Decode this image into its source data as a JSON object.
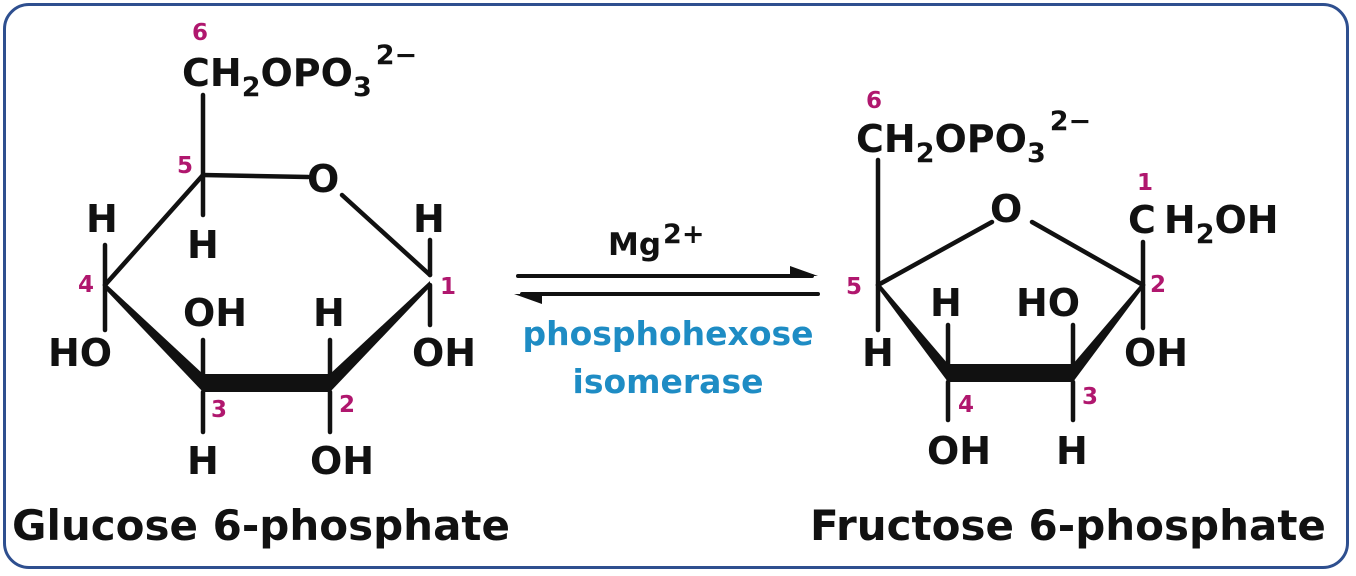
{
  "colors": {
    "frame": "#2e4f8f",
    "carbon_numbers": "#b0176e",
    "enzyme": "#1e8cc4",
    "text": "#111111"
  },
  "reaction": {
    "cofactor": {
      "base": "Mg",
      "charge": "2+"
    },
    "enzyme": {
      "line1": "phosphohexose",
      "line2": "isomerase"
    }
  },
  "glucose": {
    "name": "Glucose 6-phosphate",
    "phosphate_group": {
      "ch": "CH",
      "ch_sub": "2",
      "opo": "OPO",
      "opo_sub": "3",
      "charge": "2−"
    },
    "ring_oxygen": "O",
    "atoms": {
      "h_c5": "H",
      "h_c4": "H",
      "ho_c4": "HO",
      "oh_c3": "OH",
      "h_c3": "H",
      "h_c2": "H",
      "oh_c2": "OH",
      "h_c1": "H",
      "oh_c1": "OH"
    },
    "carbon_numbers": [
      "1",
      "2",
      "3",
      "4",
      "5",
      "6"
    ]
  },
  "fructose": {
    "name": "Fructose 6-phosphate",
    "phosphate_group": {
      "ch": "CH",
      "ch_sub": "2",
      "opo": "OPO",
      "opo_sub": "3",
      "charge": "2−"
    },
    "ring_oxygen": "O",
    "ch2oh": {
      "c": "C",
      "h": "H",
      "sub": "2",
      "oh": "OH"
    },
    "atoms": {
      "h_c5": "H",
      "h_c4": "H",
      "oh_c4": "OH",
      "ho_c3": "HO",
      "h_c3": "H",
      "oh_c2": "OH"
    },
    "carbon_numbers": [
      "1",
      "2",
      "3",
      "4",
      "5",
      "6"
    ]
  }
}
